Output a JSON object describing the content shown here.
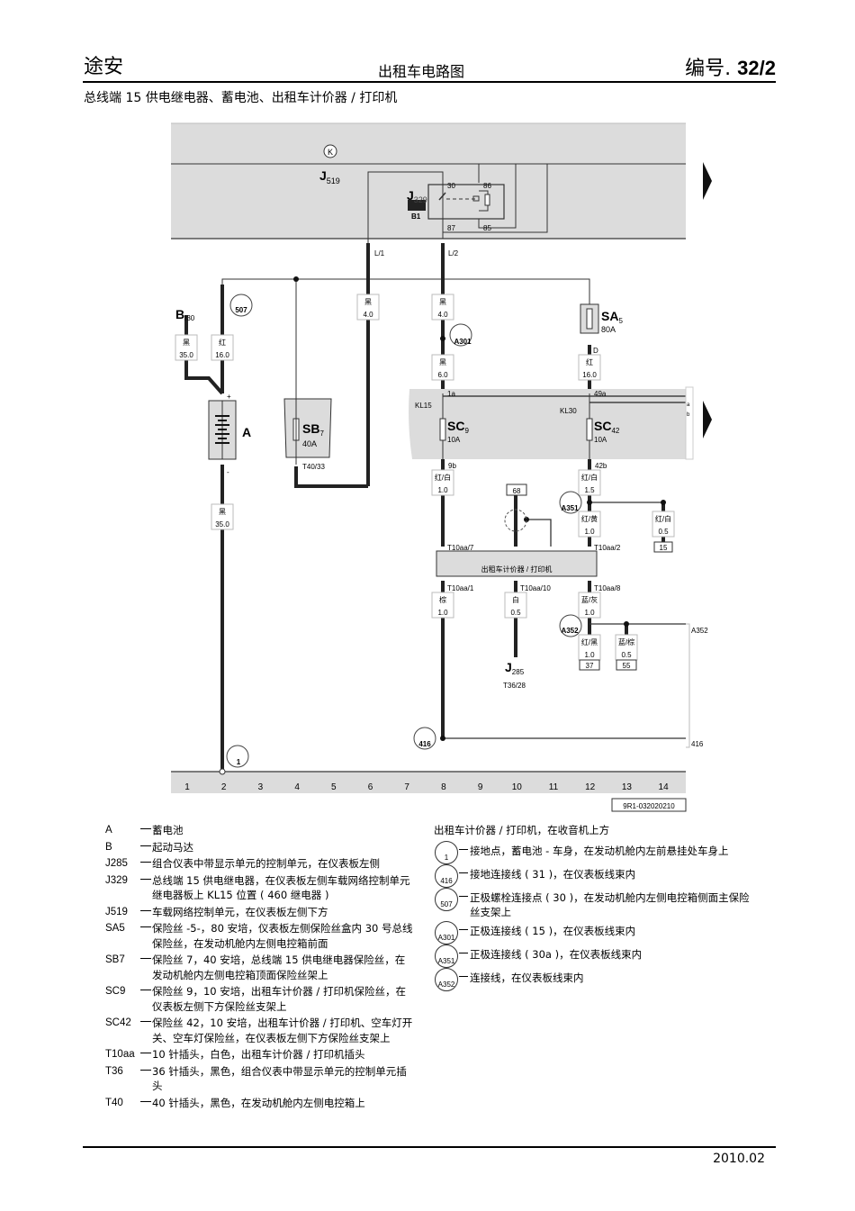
{
  "header": {
    "model": "途安",
    "title": "出租车电路图",
    "number_prefix": "编号.",
    "number": "32/2"
  },
  "subtitle": "总线端 15 供电继电器、蓄电池、出租车计价器 / 打印机",
  "diagram": {
    "k_symbol": "K",
    "j519": {
      "letter": "J",
      "sub": "519"
    },
    "j329": {
      "letter": "J",
      "sub": "329",
      "tag": "B1"
    },
    "relay_pins": [
      "30",
      "86",
      "87",
      "85"
    ],
    "l1": "L/1",
    "l2": "L/2",
    "b30": {
      "letter": "B",
      "sub": "/30"
    },
    "a_label": "A",
    "sb7": {
      "name": "SB",
      "sub": "7",
      "rating": "40A",
      "pin": "T40/33"
    },
    "sa5": {
      "name": "SA",
      "sub": "5",
      "rating": "80A",
      "pin": "D"
    },
    "sc9": {
      "name": "SC",
      "sub": "9",
      "rating": "10A",
      "in": "1a",
      "out": "9b",
      "bus": "KL15"
    },
    "sc42": {
      "name": "SC",
      "sub": "42",
      "rating": "10A",
      "in": "49a",
      "out": "42b",
      "bus": "KL30"
    },
    "side_ab": [
      "a",
      "b"
    ],
    "plus": "+",
    "minus": "-",
    "wires": {
      "w1": [
        "黑",
        "35.0"
      ],
      "w2": [
        "红",
        "16.0"
      ],
      "w3": [
        "黑",
        "4.0"
      ],
      "w4": [
        "黑",
        "4.0"
      ],
      "w5": [
        "黑",
        "6.0"
      ],
      "w6": [
        "红",
        "16.0"
      ],
      "w7": [
        "黑",
        "35.0"
      ],
      "w8": [
        "红/白",
        "1.0"
      ],
      "w9": [
        "红/白",
        "1.5"
      ],
      "w10": [
        "红/黄",
        "1.0"
      ],
      "w11": [
        "红/白",
        "0.5"
      ],
      "w12": [
        "棕",
        "1.0"
      ],
      "w13": [
        "白",
        "0.5"
      ],
      "w14": [
        "蓝/灰",
        "1.0"
      ],
      "w15": [
        "红/黑",
        "1.0"
      ],
      "w16": [
        "蓝/棕",
        "0.5"
      ]
    },
    "connectors": {
      "c68": "68",
      "c15": "15",
      "c37": "37",
      "c55": "55"
    },
    "meter": {
      "label": "出租车计价器 / 打印机",
      "p7": "T10aa/7",
      "p2": "T10aa/2",
      "p1": "T10aa/1",
      "p10": "T10aa/10",
      "p8": "T10aa/8"
    },
    "j285": {
      "letter": "J",
      "sub": "285",
      "pin": "T36/28"
    },
    "points": {
      "p507": "507",
      "a301": "A301",
      "a351": "A351",
      "a352": "A352",
      "p416": "416",
      "p1": "1"
    },
    "right_refs": {
      "a352": "A352",
      "p416": "416"
    },
    "track_numbers": [
      "1",
      "2",
      "3",
      "4",
      "5",
      "6",
      "7",
      "8",
      "9",
      "10",
      "11",
      "12",
      "13",
      "14"
    ],
    "ref_code": "9R1-032020210"
  },
  "legend_left": [
    {
      "key": "A",
      "desc": "蓄电池"
    },
    {
      "key": "B",
      "desc": "起动马达"
    },
    {
      "key": "J285",
      "desc": "组合仪表中带显示单元的控制单元，在仪表板左侧"
    },
    {
      "key": "J329",
      "desc": "总线端 15 供电继电器，在仪表板左侧车载网络控制单元继电器板上 KL15 位置 ( 460 继电器 )"
    },
    {
      "key": "J519",
      "desc": "车载网络控制单元，在仪表板左侧下方"
    },
    {
      "key": "SA5",
      "desc": "保险丝 -5-，80 安培，仪表板左侧保险丝盒内 30 号总线保险丝，在发动机舱内左侧电控箱前面"
    },
    {
      "key": "SB7",
      "desc": "保险丝 7，40 安培，总线端 15 供电继电器保险丝，在发动机舱内左侧电控箱顶面保险丝架上"
    },
    {
      "key": "SC9",
      "desc": "保险丝 9，10 安培，出租车计价器 / 打印机保险丝，在仪表板左侧下方保险丝支架上"
    },
    {
      "key": "SC42",
      "desc": "保险丝 42，10 安培，出租车计价器 / 打印机、空车灯开关、空车灯保险丝，在仪表板左侧下方保险丝支架上"
    },
    {
      "key": "T10aa",
      "desc": "10 针插头，白色，出租车计价器 / 打印机插头"
    },
    {
      "key": "T36",
      "desc": "36 针插头，黑色，组合仪表中带显示单元的控制单元插头"
    },
    {
      "key": "T40",
      "desc": "40 针插头，黑色，在发动机舱内左侧电控箱上"
    }
  ],
  "legend_right": {
    "title": "出租车计价器 / 打印机，在收音机上方",
    "items": [
      {
        "key": "1",
        "desc": "接地点，蓄电池 - 车身，在发动机舱内左前悬挂处车身上"
      },
      {
        "key": "416",
        "desc": "接地连接线 ( 31 )，在仪表板线束内"
      },
      {
        "key": "507",
        "desc": "正极螺栓连接点 ( 30 )，在发动机舱内左侧电控箱侧面主保险丝支架上"
      },
      {
        "key": "A301",
        "desc": "正极连接线 ( 15 )，在仪表板线束内"
      },
      {
        "key": "A351",
        "desc": "正极连接线 ( 30a )，在仪表板线束内"
      },
      {
        "key": "A352",
        "desc": "连接线，在仪表板线束内"
      }
    ]
  },
  "footer": {
    "date": "2010.02"
  }
}
